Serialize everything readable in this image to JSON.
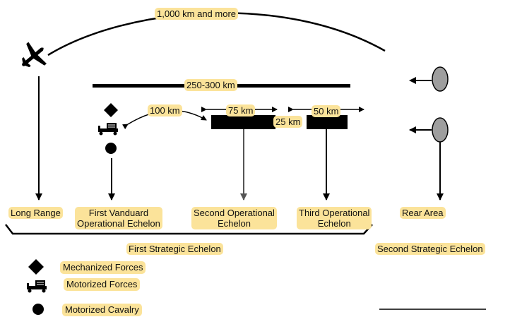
{
  "distances": {
    "overall": "1,000 km and more",
    "main_bar": "250-300 km",
    "vanguard_gap": "100 km",
    "second_width": "75 km",
    "third_width": "50 km",
    "inter_echelon_gap": "25 km"
  },
  "echelons": [
    {
      "id": "long-range",
      "line1": "Long Range",
      "line2": ""
    },
    {
      "id": "first-vanguard",
      "line1": "First Vanduard",
      "line2": "Operational Echelon"
    },
    {
      "id": "second-operational",
      "line1": "Second Operational",
      "line2": "Echelon"
    },
    {
      "id": "third-operational",
      "line1": "Third Operational",
      "line2": "Echelon"
    },
    {
      "id": "rear-area",
      "line1": "Rear Area",
      "line2": ""
    }
  ],
  "strategic": {
    "first": "First Strategic Echelon",
    "second": "Second Strategic Echelon"
  },
  "legend": [
    {
      "icon": "diamond-icon",
      "label": "Mechanized Forces"
    },
    {
      "icon": "truck-icon",
      "label": "Motorized Forces"
    },
    {
      "icon": "circle-icon",
      "label": "Motorized Cavalry"
    }
  ],
  "colors": {
    "label_bg": "#fbe39a",
    "ellipse_fill": "#9e9e9e",
    "ink": "#000000"
  }
}
